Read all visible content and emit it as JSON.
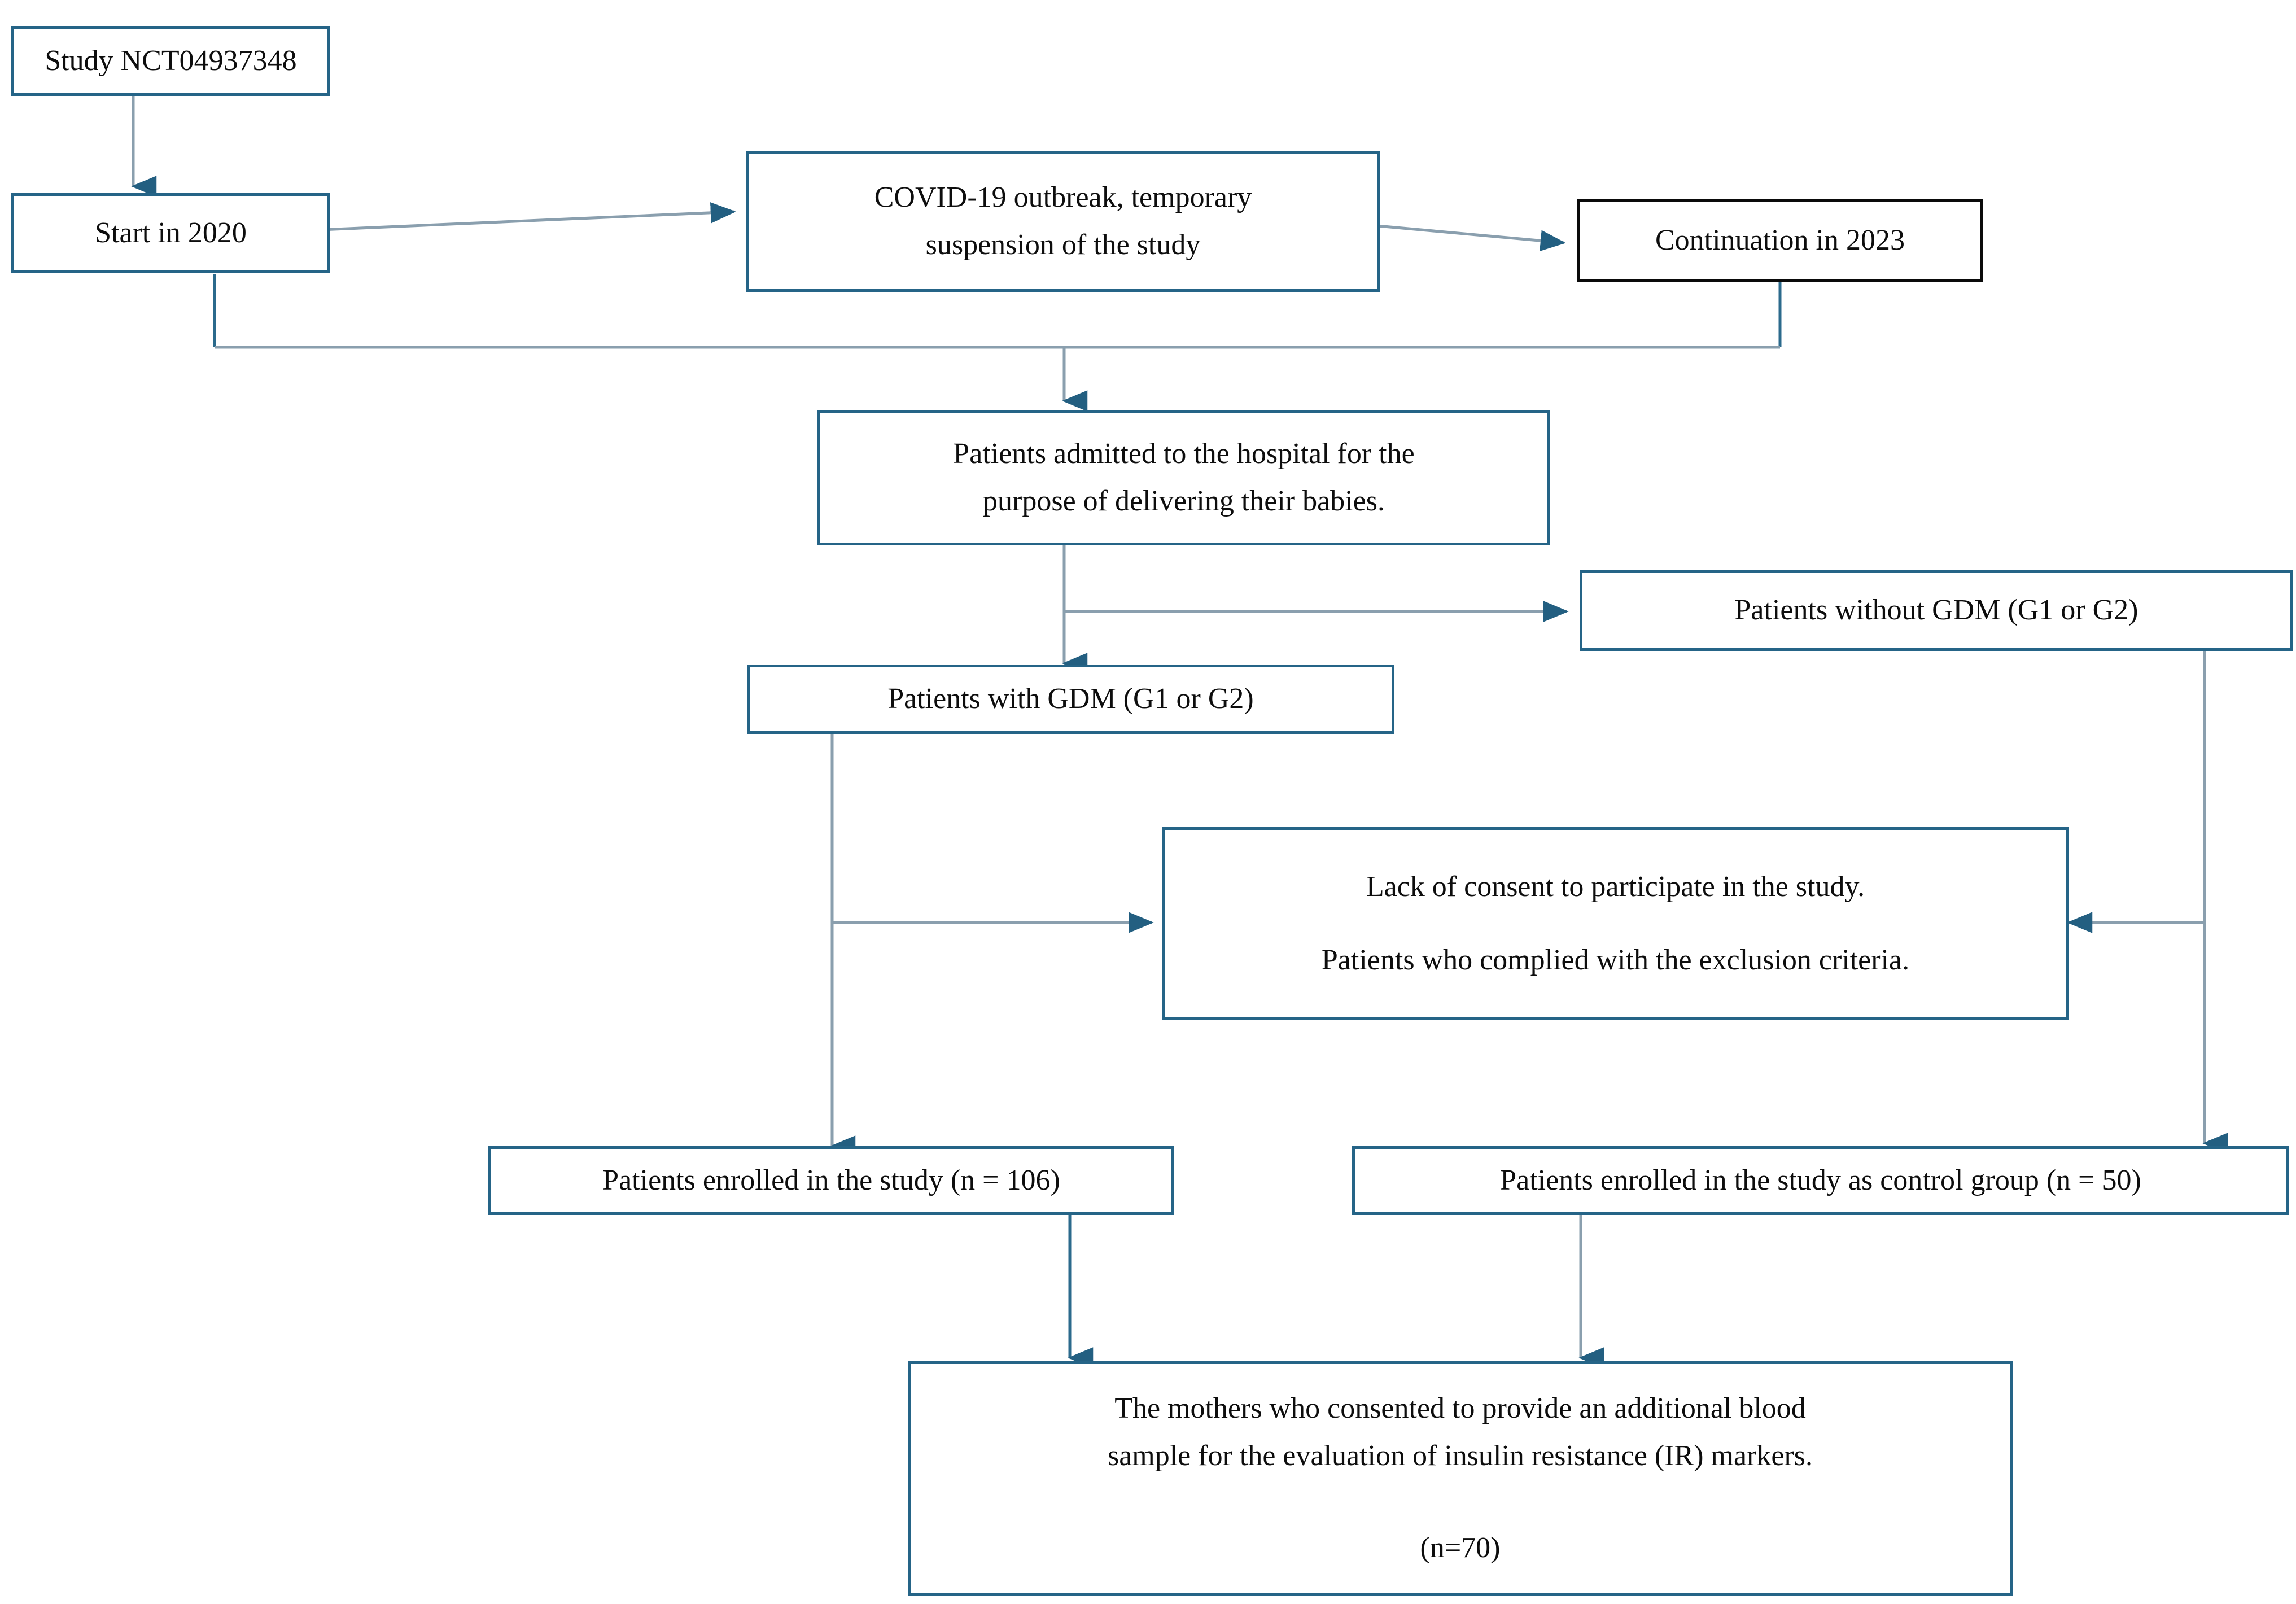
{
  "diagram": {
    "title": "Study enrollment flowchart",
    "accent_color": "#256487",
    "line_color": "#8a9fae",
    "text_color": "#0d0d0d",
    "background": "#ffffff"
  },
  "nodes": {
    "study_id": {
      "label": "Study NCT04937348"
    },
    "start": {
      "label": "Start in 2020"
    },
    "covid": {
      "line1": "COVID-19 outbreak, temporary",
      "line2": "suspension of the study"
    },
    "continuation": {
      "label": "Continuation in 2023"
    },
    "admitted": {
      "line1": "Patients admitted to the hospital for the",
      "line2": "purpose of delivering their babies."
    },
    "without_gdm": {
      "label": "Patients without GDM (G1 or G2)"
    },
    "with_gdm": {
      "label": "Patients with GDM (G1 or G2)"
    },
    "excluded": {
      "line1": "Lack of consent to participate in the study.",
      "line2": "Patients who complied with the exclusion criteria."
    },
    "enrolled_study": {
      "label": "Patients enrolled in the study (n = 106)"
    },
    "enrolled_control": {
      "label": "Patients enrolled in the study as control group (n = 50)"
    },
    "ir_markers": {
      "line1": "The mothers who consented to provide an additional blood",
      "line2": "sample for the evaluation of insulin resistance (IR) markers.",
      "line3": "(n=70)"
    }
  },
  "edges": [
    {
      "from": "study_id",
      "to": "start",
      "kind": "down-arrow"
    },
    {
      "from": "start",
      "to": "covid",
      "kind": "diagonal-arrow"
    },
    {
      "from": "covid",
      "to": "continuation",
      "kind": "diagonal-arrow"
    },
    {
      "from": "start",
      "to": "admitted",
      "kind": "elbow-merge-down-arrow"
    },
    {
      "from": "continuation",
      "to": "admitted",
      "kind": "elbow-merge-down-arrow"
    },
    {
      "from": "admitted",
      "to": "without_gdm",
      "kind": "elbow-right-arrow"
    },
    {
      "from": "admitted",
      "to": "with_gdm",
      "kind": "down-arrow"
    },
    {
      "from": "with_gdm",
      "to": "excluded",
      "kind": "elbow-right-arrow"
    },
    {
      "from": "without_gdm",
      "to": "excluded",
      "kind": "elbow-left-arrow"
    },
    {
      "from": "with_gdm",
      "to": "enrolled_study",
      "kind": "down-arrow"
    },
    {
      "from": "without_gdm",
      "to": "enrolled_control",
      "kind": "down-arrow"
    },
    {
      "from": "enrolled_study",
      "to": "ir_markers",
      "kind": "down-arrow"
    },
    {
      "from": "enrolled_control",
      "to": "ir_markers",
      "kind": "down-arrow"
    }
  ]
}
